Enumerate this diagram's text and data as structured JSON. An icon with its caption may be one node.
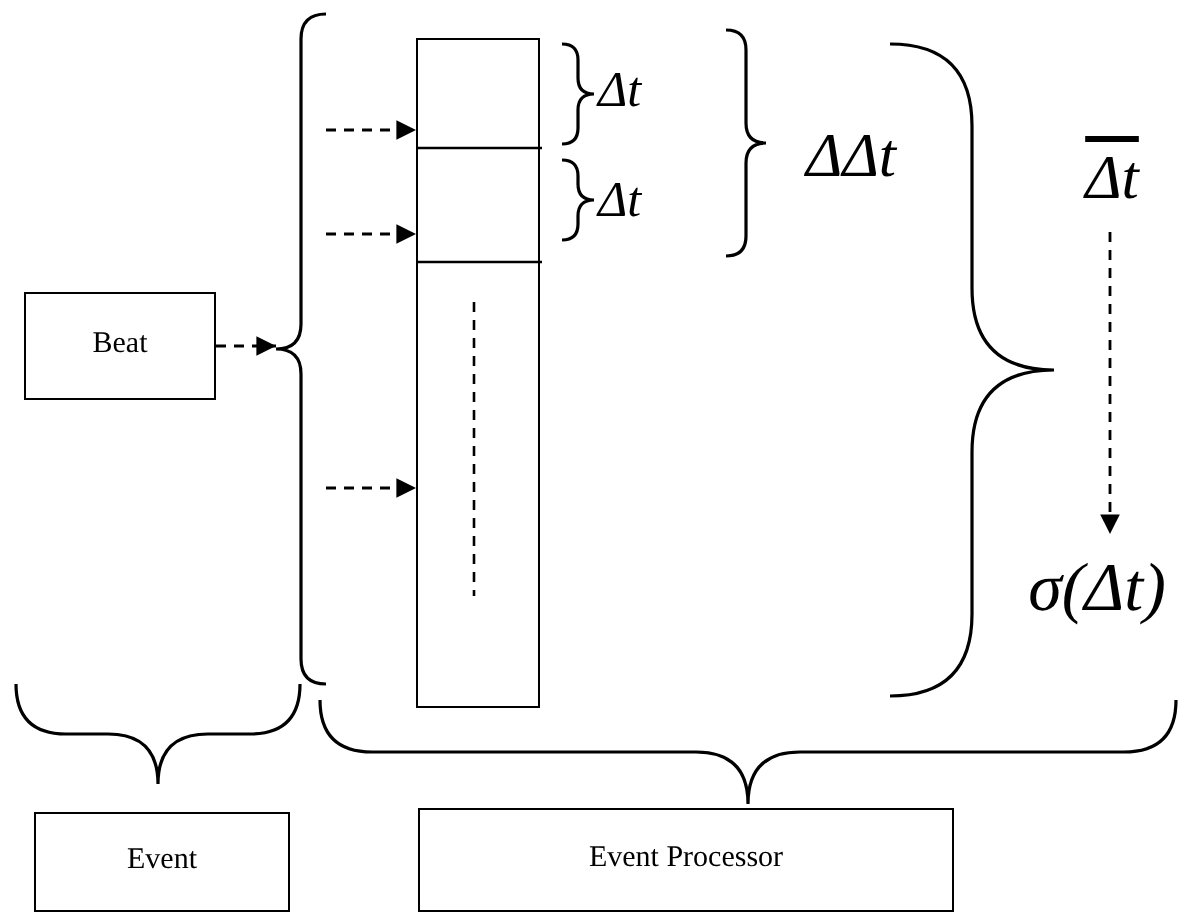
{
  "diagram": {
    "nodes": [
      {
        "text": [
          "Beat"
        ]
      },
      {
        "text": [],
        "shape": "brace"
      },
      {
        "text": [],
        "shape": "bar"
      },
      {
        "text": [
          "Δt"
        ]
      },
      {
        "text": [
          "σ(Δt)"
        ]
      },
      {
        "text": [
          "Event"
        ]
      },
      {
        "text": [
          "Event Processor"
        ]
      }
    ],
    "edges": [
      {
        "from": 0,
        "to": 1,
        "arrow": "to",
        "style": "dashed"
      },
      {
        "from": 1,
        "to": 2,
        "arrow": "to",
        "style": "dashed"
      },
      {
        "from": 1,
        "to": 2,
        "arrow": "to",
        "style": "dashed"
      },
      {
        "from": 1,
        "to": 2,
        "arrow": "to",
        "style": "dashed"
      },
      {
        "from": 3,
        "to": 4,
        "arrow": "to",
        "style": "dashed"
      }
    ],
    "labels": [
      "Δt",
      "Δt",
      "ΔΔt"
    ]
  }
}
